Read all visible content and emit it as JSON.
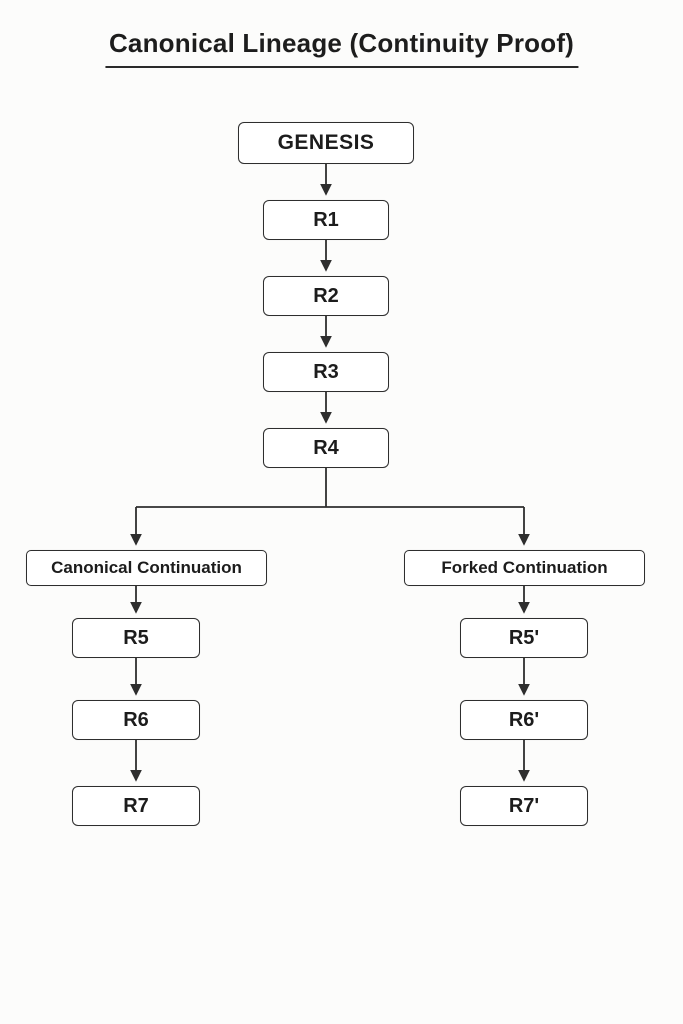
{
  "title": "Canonical Lineage (Continuity Proof)",
  "colors": {
    "background": "#fcfcfb",
    "box_fill": "#ffffff",
    "box_border": "#2e2e2e",
    "text": "#1c1c1c",
    "connector": "#2e2e2e"
  },
  "chain": {
    "genesis": "GENESIS",
    "nodes": [
      "R1",
      "R2",
      "R3",
      "R4"
    ]
  },
  "branches": {
    "left": {
      "label": "Canonical Continuation",
      "nodes": [
        "R5",
        "R6",
        "R7"
      ]
    },
    "right": {
      "label": "Forked Continuation",
      "nodes": [
        "R5'",
        "R6'",
        "R7'"
      ]
    }
  }
}
